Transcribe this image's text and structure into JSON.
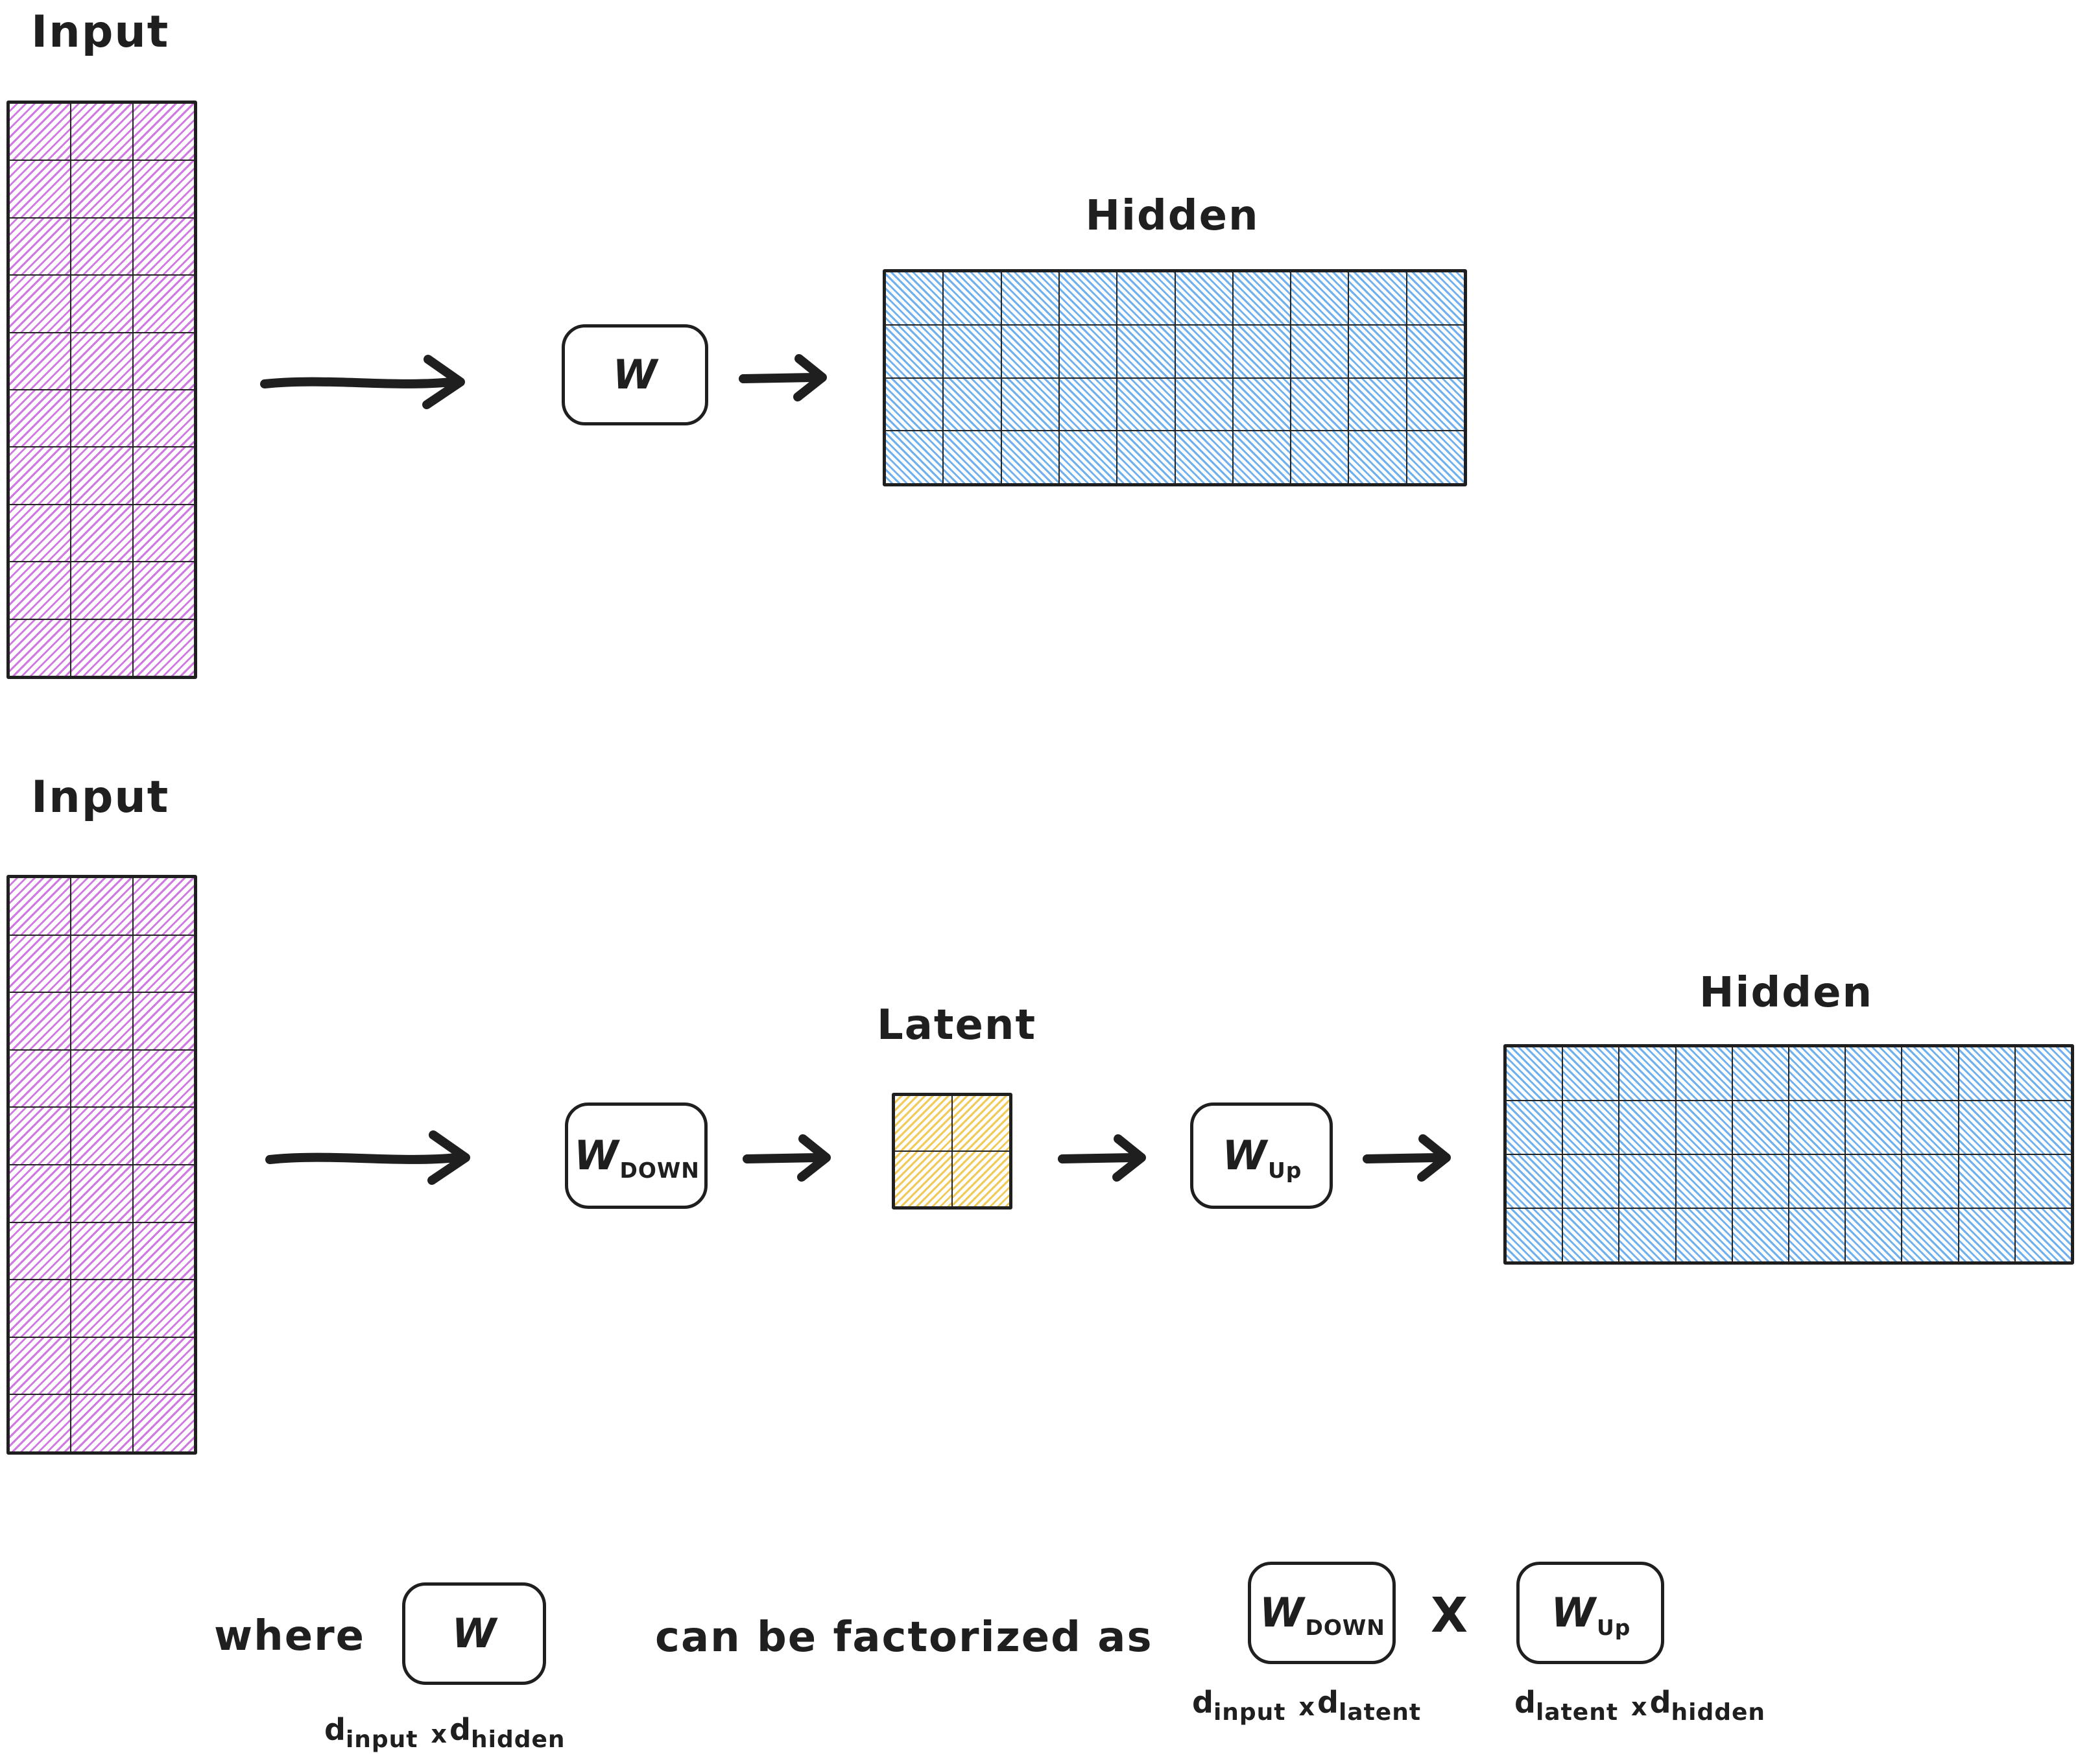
{
  "colors": {
    "ink": "#1f1f1f",
    "purple_hatch": "#d179e2",
    "blue_hatch": "#6fb1f0",
    "yellow_hatch": "#f1ca58"
  },
  "top": {
    "input_label": "Input",
    "input_matrix": {
      "rows": 10,
      "cols": 3,
      "color": "purple"
    },
    "w_box": {
      "base": "W",
      "sub": ""
    },
    "hidden_label": "Hidden",
    "hidden_matrix": {
      "rows": 4,
      "cols": 10,
      "color": "blue"
    }
  },
  "bottom": {
    "input_label": "Input",
    "input_matrix": {
      "rows": 10,
      "cols": 3,
      "color": "purple"
    },
    "w_down_box": {
      "base": "W",
      "sub": "DOWN"
    },
    "latent_label": "Latent",
    "latent_matrix": {
      "rows": 2,
      "cols": 2,
      "color": "yellow"
    },
    "w_up_box": {
      "base": "W",
      "sub": "Up"
    },
    "hidden_label": "Hidden",
    "hidden_matrix": {
      "rows": 4,
      "cols": 10,
      "color": "blue"
    }
  },
  "formula": {
    "where_text": "where",
    "w_box": {
      "base": "W",
      "sub": ""
    },
    "w_dims": {
      "b1": "d",
      "s1": "input",
      "x": "x",
      "b2": "d",
      "s2": "hidden"
    },
    "factorized_text": "can be factorized as",
    "w_down_box": {
      "base": "W",
      "sub": "DOWN"
    },
    "times": "X",
    "w_up_box": {
      "base": "W",
      "sub": "Up"
    },
    "w_down_dims": {
      "b1": "d",
      "s1": "input",
      "x": "x",
      "b2": "d",
      "s2": "latent"
    },
    "w_up_dims": {
      "b1": "d",
      "s1": "latent",
      "x": "x",
      "b2": "d",
      "s2": "hidden"
    }
  }
}
